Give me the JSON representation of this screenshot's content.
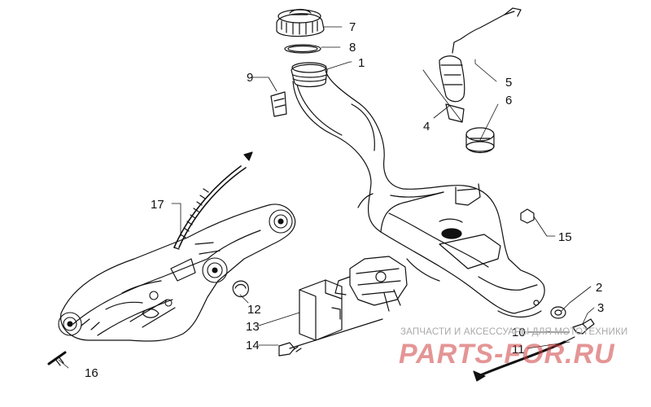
{
  "diagram": {
    "callouts": {
      "c1": "1",
      "c2": "2",
      "c3": "3",
      "c4": "4",
      "c5": "5",
      "c6": "6",
      "c7": "7",
      "c8": "8",
      "c9": "9",
      "c10": "10",
      "c11": "11",
      "c12": "12",
      "c13": "13",
      "c14": "14",
      "c15": "15",
      "c16": "16",
      "c17": "17"
    },
    "line_color": "#111111",
    "background_color": "#ffffff"
  },
  "watermark": {
    "caption": "ЗАПЧАСТИ И АКСЕССУАРЫ ДЛЯ МОТОТЕХНИКИ",
    "logo_text": "PARTS-FOR.RU",
    "logo_color": "#cd3e3e"
  }
}
